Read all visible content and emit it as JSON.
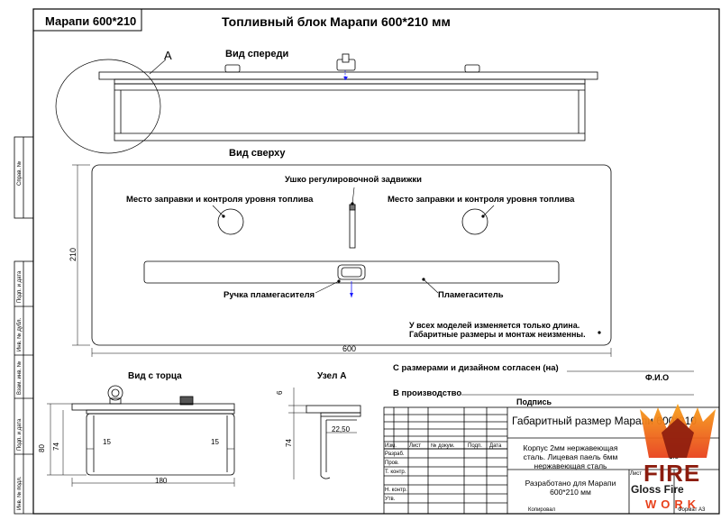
{
  "stamp_label": "Марапи 600*210",
  "title": "Топливный блок Марапи 600*210 мм",
  "views": {
    "front": "Вид спереди",
    "top": "Вид сверху",
    "end": "Вид с торца",
    "node": "Узел А",
    "callout": "А"
  },
  "labels": {
    "fill_left": "Место заправки и контроля уровня топлива",
    "fill_right": "Место заправки и контроля уровня топлива",
    "damper_eye": "Ушко регулировочной задвижки",
    "handle": "Ручка пламегасителя",
    "extinguisher": "Пламегаситель",
    "note_line1": "У всех моделей изменяется только длина.",
    "note_line2": "Габаритные размеры и монтаж неизменны."
  },
  "dimensions": {
    "width": "600",
    "height": "210",
    "end_width": "180",
    "end_h1": "80",
    "end_h2": "74",
    "end_l": "15",
    "end_r": "15",
    "node_h1": "6",
    "node_h2": "74",
    "node_w": "22,50"
  },
  "approval": {
    "agreed": "С размерами и дизайном согласен (на)",
    "fio": "Ф.И.О",
    "production": "В производство",
    "signature": "Подпись"
  },
  "title_block": {
    "name": "Габаритный размер Марапи 600*210",
    "material": "Корпус 2мм нержавеющая сталь. Лицевая паель 6мм нержавеющая сталь",
    "developed": "Разработано для Марапи 600*210 мм",
    "cols": [
      "Изм.",
      "Лист",
      "№ докум.",
      "Подп.",
      "Дата"
    ],
    "rows": [
      "Разраб.",
      "Пров.",
      "Т. контр.",
      "",
      "Н. контр.",
      "Утв."
    ],
    "sheet_label": "Лист",
    "scale": "1:5",
    "copied": "Копировал",
    "format": "Формат А3"
  },
  "left_margin": [
    "Справ. №",
    "Подп. и дата",
    "Инв. № дубл.",
    "Взам. инв. №",
    "Подп. и дата",
    "Инв. № подл."
  ],
  "logo": {
    "word1": "FIRE",
    "word2": "WORK",
    "overlap": "Gloss Fire",
    "colors": {
      "flame": "#e8411c",
      "flame_light": "#f7a11a",
      "dark": "#8c1c0e"
    }
  }
}
